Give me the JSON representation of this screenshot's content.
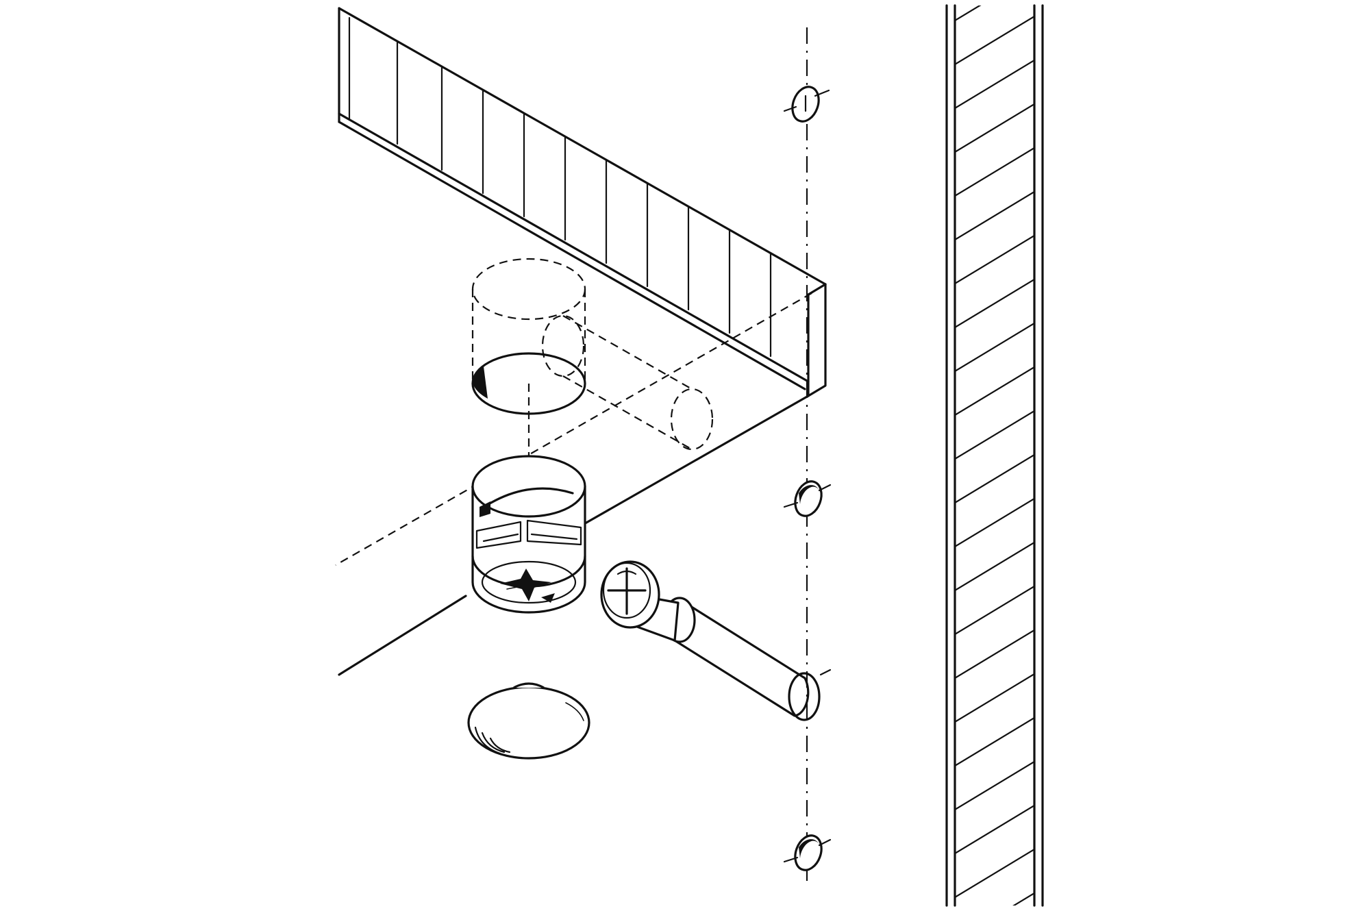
{
  "figure": {
    "type": "exploded assembly drawing",
    "line_color": "#111111",
    "background_color": "#ffffff",
    "components": [
      "shelf-panel",
      "side-panel",
      "cam-housing",
      "connector-bolt",
      "cover-cap",
      "drill-hole"
    ]
  }
}
